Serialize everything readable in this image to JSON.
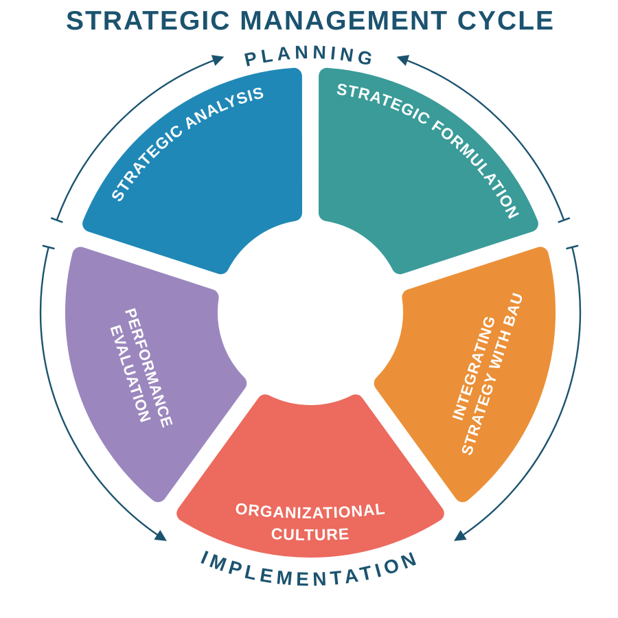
{
  "title": "STRATEGIC MANAGEMENT CYCLE",
  "outer_labels": {
    "top": "PLANNING",
    "bottom": "IMPLEMENTATION"
  },
  "segments": [
    {
      "id": "strategic-analysis",
      "label": "STRATEGIC ANALYSIS",
      "lines": [
        "STRATEGIC ANALYSIS"
      ],
      "color": "#2088b6",
      "position": "top-left"
    },
    {
      "id": "strategic-formulation",
      "label": "STRATEGIC FORMULATION",
      "lines": [
        "STRATEGIC FORMULATION"
      ],
      "color": "#3a9b99",
      "position": "top-right"
    },
    {
      "id": "integrating-strategy-with-bau",
      "label": "INTEGRATING STRATEGY WITH BAU",
      "lines": [
        "INTEGRATING",
        "STRATEGY WITH BAU"
      ],
      "color": "#eb9038",
      "position": "right"
    },
    {
      "id": "organizational-culture",
      "label": "ORGANIZATIONAL CULTURE",
      "lines": [
        "ORGANIZATIONAL",
        "CULTURE"
      ],
      "color": "#ec6a5e",
      "position": "bottom"
    },
    {
      "id": "performance-evaluation",
      "label": "PERFORMANCE EVALUATION",
      "lines": [
        "PERFORMANCE",
        "EVALUATION"
      ],
      "color": "#9b87be",
      "position": "left"
    }
  ],
  "colors": {
    "heading": "#1b536f",
    "arrows": "#1b536f",
    "label_text": "#ffffff",
    "background": "#ffffff"
  }
}
